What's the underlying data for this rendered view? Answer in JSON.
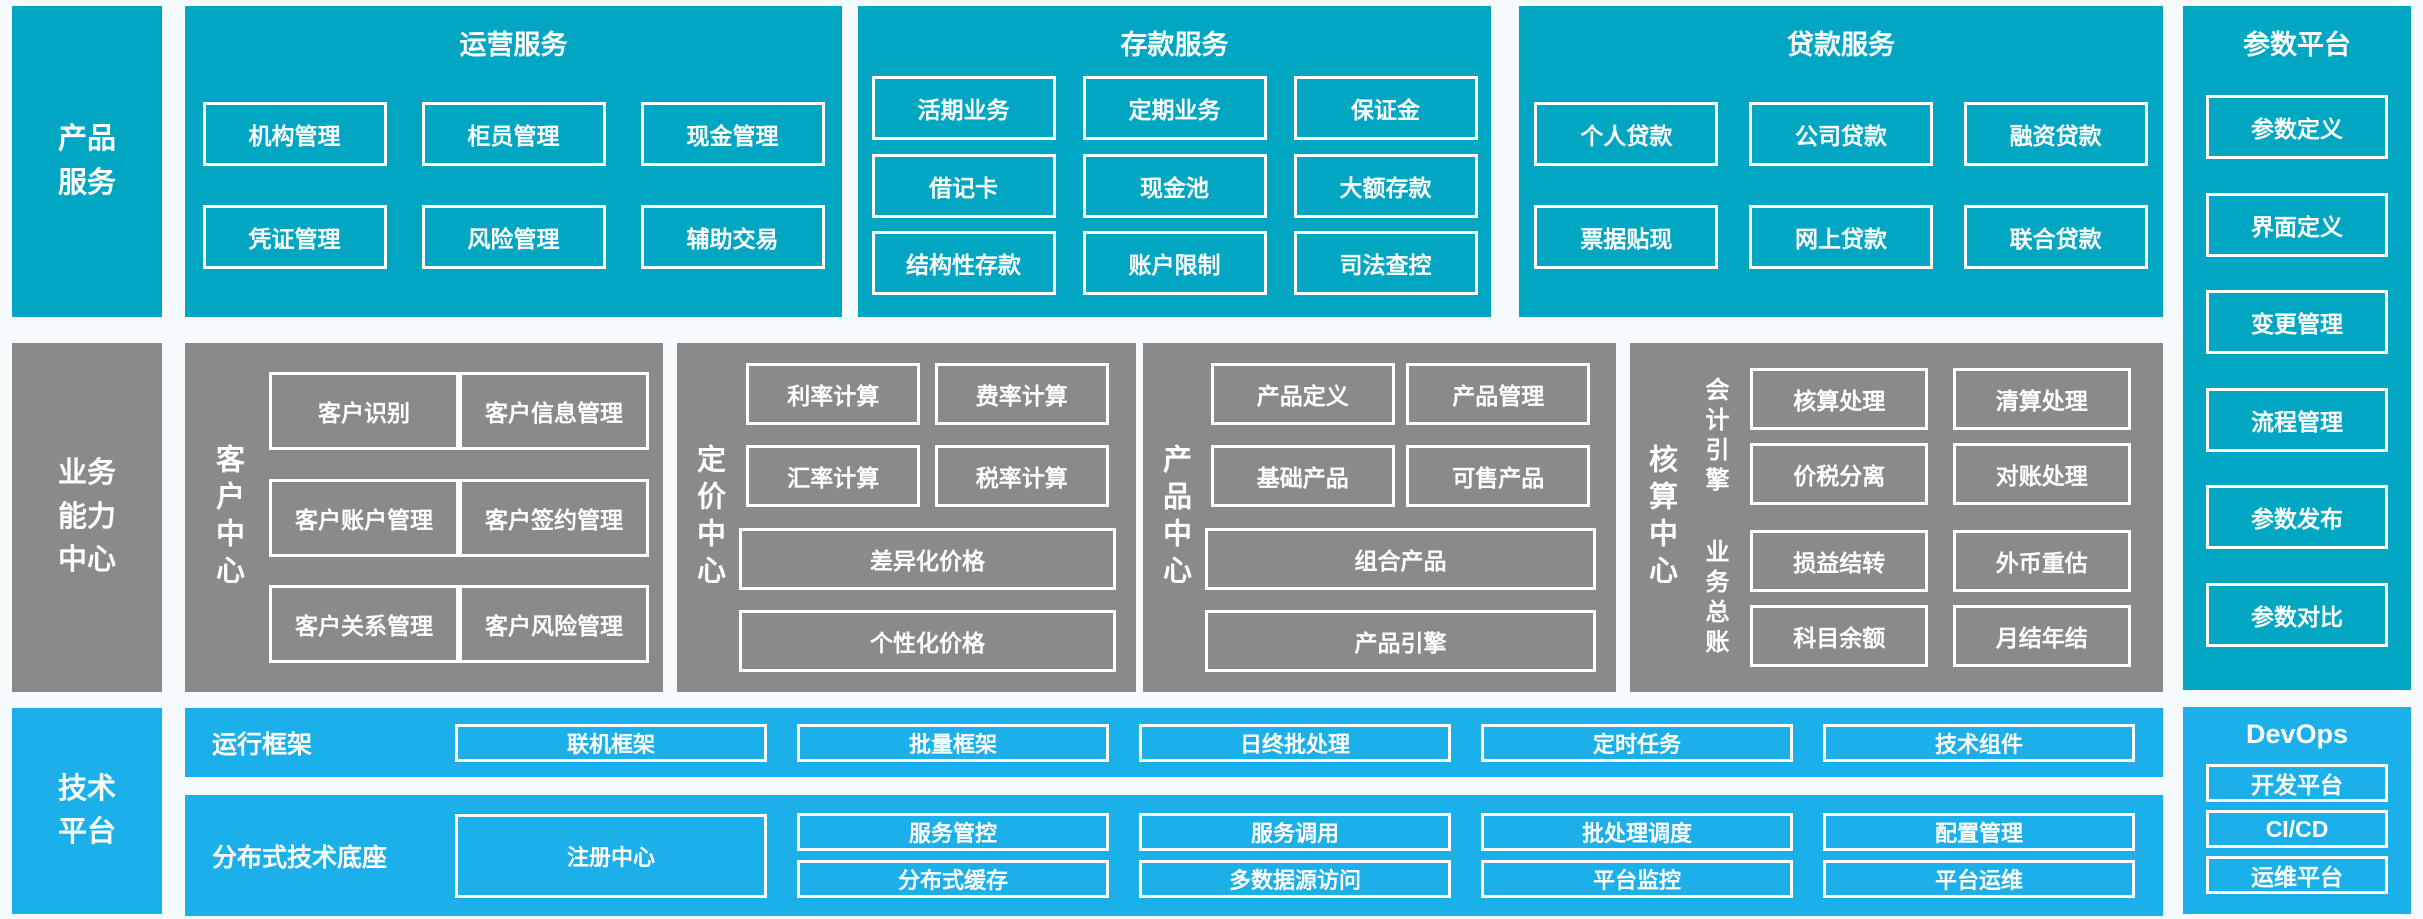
{
  "palette": {
    "teal": "#00a6c2",
    "gray": "#8a8a8a",
    "blue": "#1bb0e9",
    "text_on_color": "#ffffff",
    "background": "#f5fafc"
  },
  "rails": {
    "product_services": "产品\n服务",
    "business_capability_center": "业务\n能力\n中心",
    "technology_platform": "技术\n平台"
  },
  "sections": {
    "operations": {
      "title": "运营服务",
      "items": [
        "机构管理",
        "柜员管理",
        "现金管理",
        "凭证管理",
        "风险管理",
        "辅助交易"
      ]
    },
    "deposit": {
      "title": "存款服务",
      "items": [
        "活期业务",
        "定期业务",
        "保证金",
        "借记卡",
        "现金池",
        "大额存款",
        "结构性存款",
        "账户限制",
        "司法查控"
      ]
    },
    "loan": {
      "title": "贷款服务",
      "items": [
        "个人贷款",
        "公司贷款",
        "融资贷款",
        "票据贴现",
        "网上贷款",
        "联合贷款"
      ]
    },
    "parameter_platform": {
      "title": "参数平台",
      "items": [
        "参数定义",
        "界面定义",
        "变更管理",
        "流程管理",
        "参数发布",
        "参数对比"
      ]
    },
    "customer_center": {
      "label": "客户中心",
      "items": [
        "客户识别",
        "客户信息管理",
        "客户账户管理",
        "客户签约管理",
        "客户关系管理",
        "客户风险管理"
      ]
    },
    "pricing_center": {
      "label": "定价中心",
      "small_items": [
        "利率计算",
        "费率计算",
        "汇率计算",
        "税率计算"
      ],
      "wide_items": [
        "差异化价格",
        "个性化价格"
      ]
    },
    "product_center": {
      "label": "产品中心",
      "small_items": [
        "产品定义",
        "产品管理",
        "基础产品",
        "可售产品"
      ],
      "wide_items": [
        "组合产品",
        "产品引擎"
      ]
    },
    "accounting_center": {
      "label": "核算中心",
      "groups": [
        {
          "label": "会计引擎",
          "items": [
            "核算处理",
            "清算处理",
            "价税分离",
            "对账处理"
          ]
        },
        {
          "label": "业务总账",
          "items": [
            "损益结转",
            "外币重估",
            "科目余额",
            "月结年结"
          ]
        }
      ]
    },
    "runtime_framework": {
      "label": "运行框架",
      "items": [
        "联机框架",
        "批量框架",
        "日终批处理",
        "定时任务",
        "技术组件"
      ]
    },
    "distributed_base": {
      "label": "分布式技术底座",
      "registry": "注册中心",
      "pairs": [
        [
          "服务管控",
          "分布式缓存"
        ],
        [
          "服务调用",
          "多数据源访问"
        ],
        [
          "批处理调度",
          "平台监控"
        ],
        [
          "配置管理",
          "平台运维"
        ]
      ]
    },
    "devops": {
      "title": "DevOps",
      "items": [
        "开发平台",
        "CI/CD",
        "运维平台"
      ]
    }
  }
}
